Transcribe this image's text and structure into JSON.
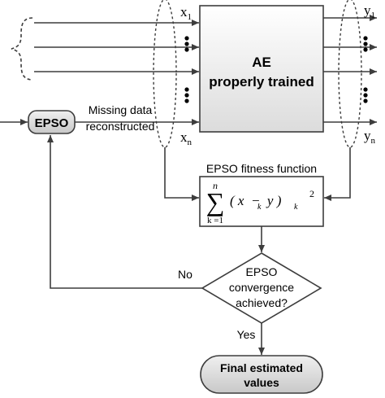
{
  "inputs": {
    "first": {
      "base": "x",
      "sub": "1"
    },
    "last": {
      "base": "x",
      "sub": "n"
    }
  },
  "outputs": {
    "first": {
      "base": "y",
      "sub": "1"
    },
    "last": {
      "base": "y",
      "sub": "n"
    }
  },
  "autoencoder": {
    "line1": "AE",
    "line2": "properly trained"
  },
  "epso": {
    "label": "EPSO",
    "missing_line1": "Missing data",
    "missing_line2": "reconstructed"
  },
  "fitness": {
    "title": "EPSO fitness function",
    "upper_limit": "n",
    "lower_limit": "k =1",
    "term": "( x  −  y )",
    "sub_x": "k",
    "sub_y": "k",
    "exponent": "2"
  },
  "decision": {
    "line1": "EPSO",
    "line2": "convergence",
    "line3": "achieved?",
    "no_label": "No",
    "yes_label": "Yes"
  },
  "final": {
    "line1": "Final estimated",
    "line2": "values"
  },
  "colors": {
    "line": "#3d3d3d",
    "box_fill_top": "#ffffff",
    "box_fill_bottom": "#dcdcdc",
    "terminal_fill": "#d4d4d4"
  }
}
